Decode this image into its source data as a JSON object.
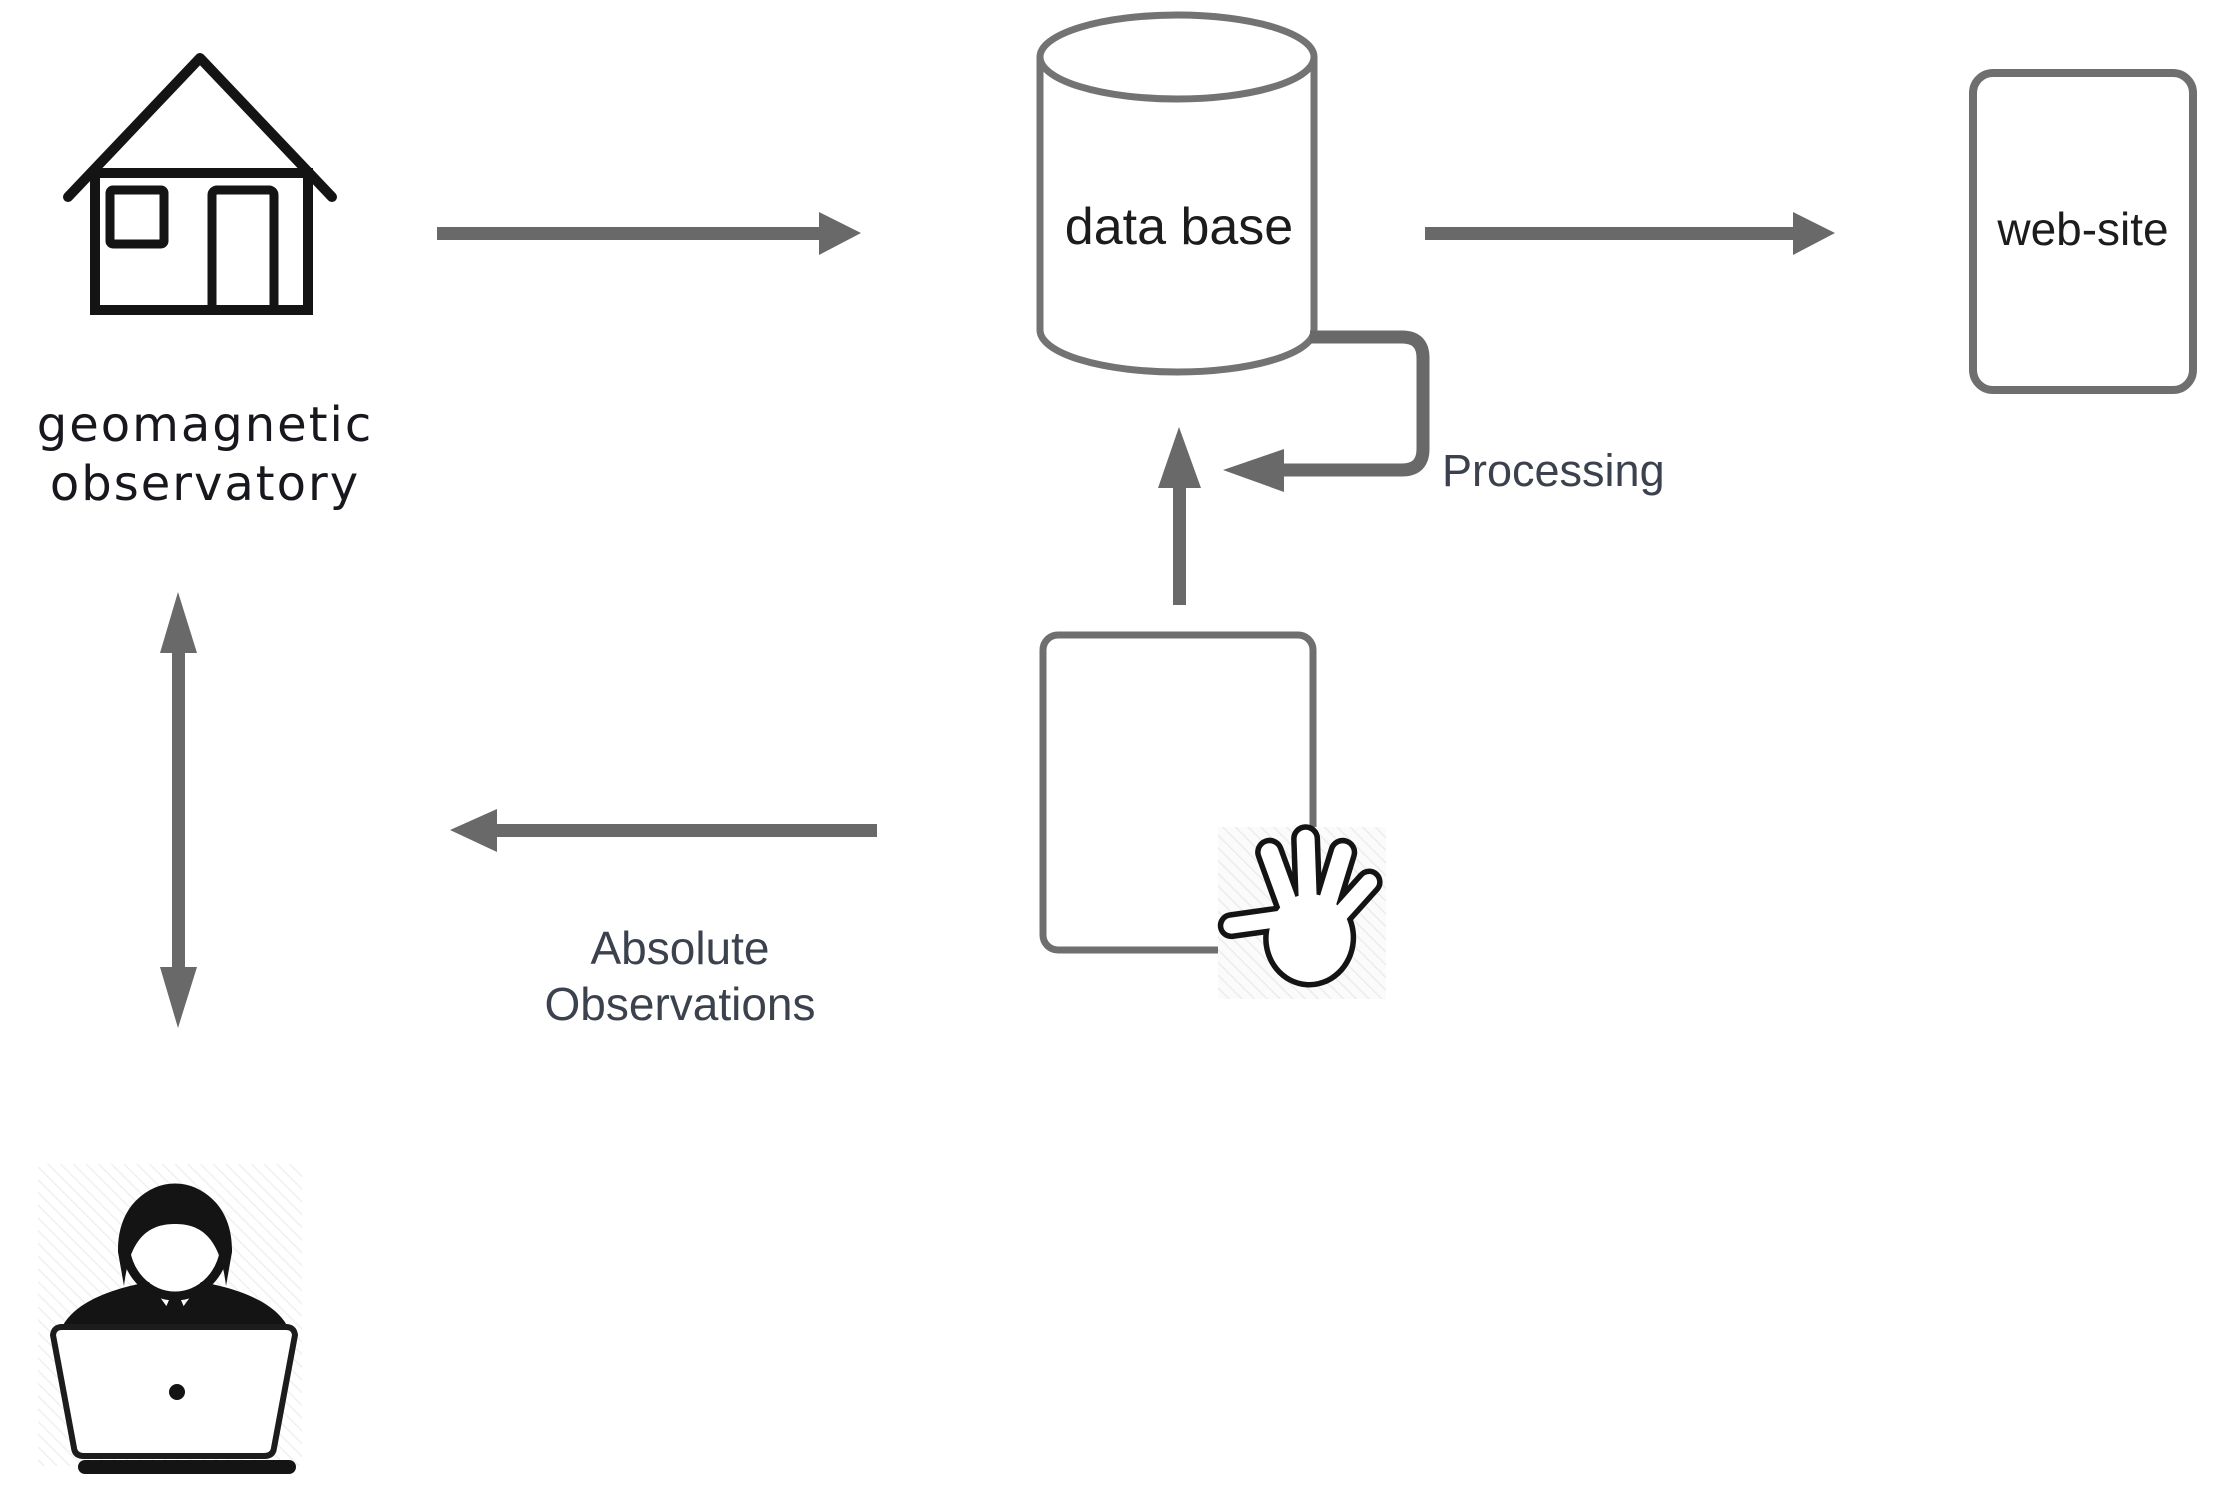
{
  "nodes": {
    "observatory": {
      "line1": "geomagnetic",
      "line2": "observatory"
    },
    "database": {
      "label": "data base"
    },
    "website": {
      "label": "web-site"
    }
  },
  "edges": {
    "processing": {
      "label": "Processing"
    },
    "absolute_observations": {
      "line1": "Absolute",
      "line2": "Observations"
    }
  },
  "icons": {
    "observatory": "house-icon",
    "database": "database-cylinder-icon",
    "manual_entry": "hand-icon",
    "observer": "person-at-laptop-icon"
  },
  "colors": {
    "arrow": "#696969",
    "shape_stroke": "#6f6f6f",
    "cylinder_stroke": "#737373",
    "dark_label": "#3b424d",
    "node_text": "#1c1c1c",
    "icon_black": "#141414"
  }
}
